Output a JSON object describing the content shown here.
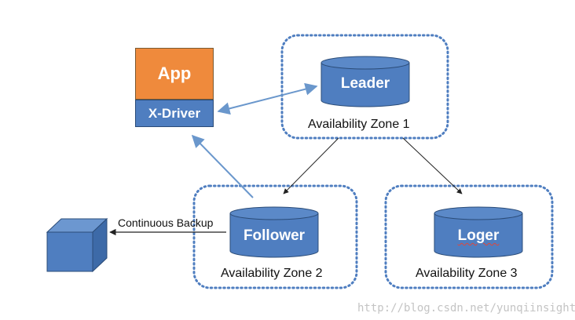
{
  "app": {
    "label": "App"
  },
  "driver": {
    "label": "X-Driver"
  },
  "zones": [
    {
      "label": "Availability Zone 1",
      "db": "Leader"
    },
    {
      "label": "Availability Zone 2",
      "db": "Follower"
    },
    {
      "label": "Availability Zone 3",
      "db": "Loger"
    }
  ],
  "backup": {
    "label": "Continuous Backup"
  },
  "watermark": "http://blog.csdn.net/yunqiinsight",
  "colors": {
    "app": "#ef8a3c",
    "db": "#4f7ec0",
    "zone_border": "#4f7ec0",
    "arrow_blue": "#6a97cc",
    "arrow_black": "#222222"
  }
}
